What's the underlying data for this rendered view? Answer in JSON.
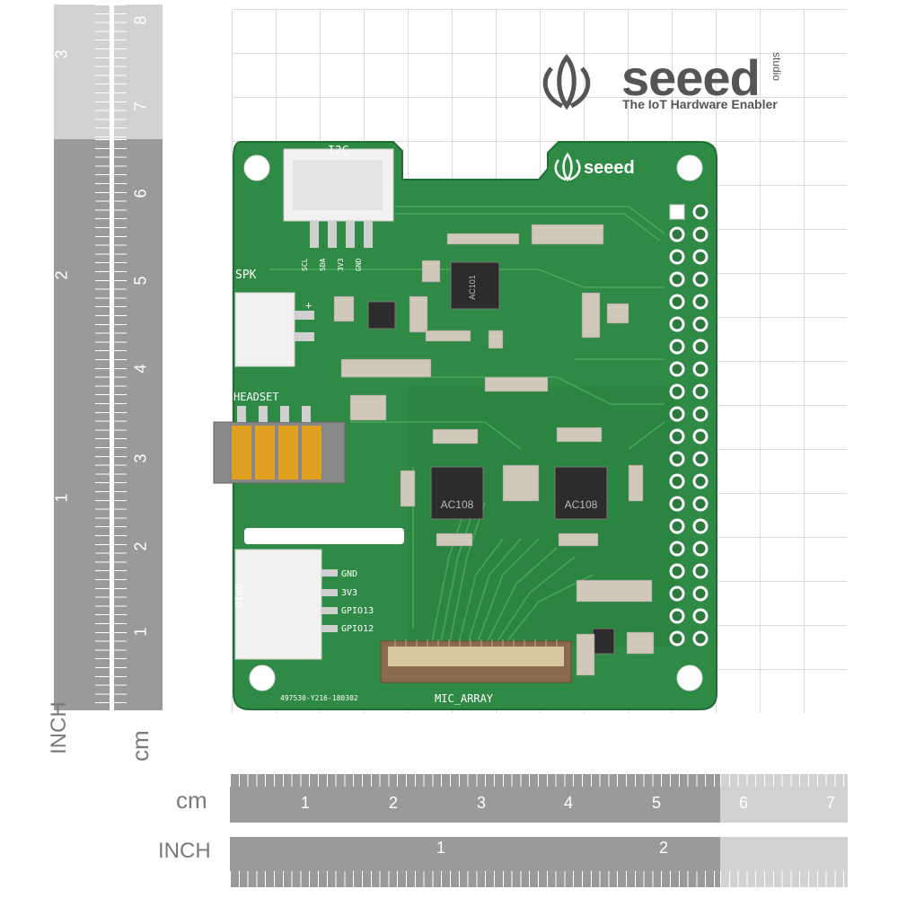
{
  "brand": {
    "name": "seeed",
    "sub": "studio",
    "tagline": "The IoT Hardware Enabler"
  },
  "board": {
    "silk_logo": "seeed",
    "labels": {
      "i2c": "I2C",
      "spk": "SPK",
      "headset": "HEADSET",
      "gpio": "GPIO",
      "mic_array": "MIC_ARRAY",
      "part_number": "497530-Y216-180302",
      "scl": "SCL",
      "sda": "SDA",
      "v33": "3V3",
      "gnd": "GND",
      "gpio_gnd": "GND",
      "gpio_3v3": "3V3",
      "gpio13": "GPIO13",
      "gpio12": "GPIO12"
    },
    "chips": [
      "AC101",
      "AC108",
      "AC108"
    ],
    "colors": {
      "pcb": "#2e8a45",
      "pcb_dark": "#1f6f34",
      "silk": "#ffffff",
      "connector": "#f1f1ef",
      "gold": "#e0a020"
    }
  },
  "ruler_vertical": {
    "cm_ticks": [
      "8",
      "7",
      "6",
      "5",
      "4",
      "3",
      "2",
      "1"
    ],
    "inch_ticks": [
      "3",
      "2",
      "1"
    ],
    "inch_label": "INCH",
    "cm_label": "cm"
  },
  "ruler_horizontal": {
    "cm_ticks": [
      "1",
      "2",
      "3",
      "4",
      "5",
      "6",
      "7"
    ],
    "inch_ticks": [
      "1",
      "2"
    ],
    "cm_label": "cm",
    "inch_label": "INCH"
  }
}
